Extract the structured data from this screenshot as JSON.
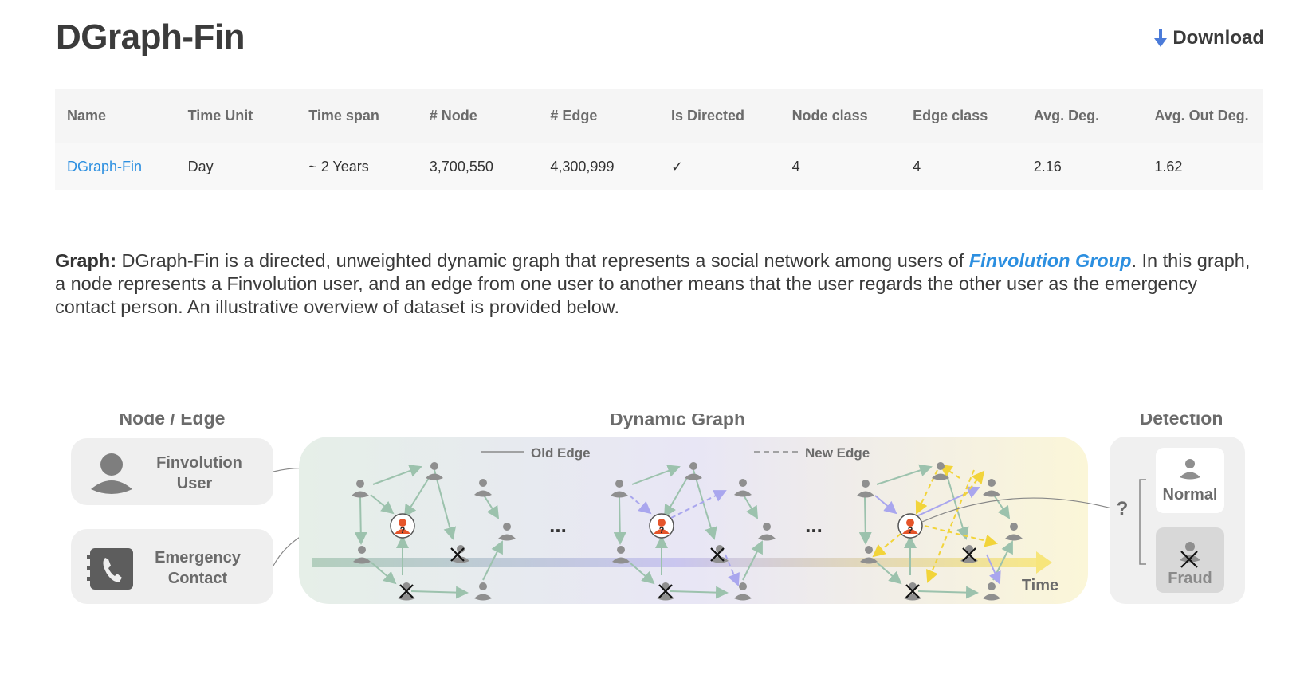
{
  "page": {
    "title": "DGraph-Fin",
    "download_label": "Download"
  },
  "table": {
    "headers": [
      "Name",
      "Time Unit",
      "Time span",
      "# Node",
      "# Edge",
      "Is Directed",
      "Node class",
      "Edge class",
      "Avg. Deg.",
      "Avg. Out Deg."
    ],
    "row": {
      "name": "DGraph-Fin",
      "time_unit": "Day",
      "time_span": "~ 2 Years",
      "nodes": "3,700,550",
      "edges": "4,300,999",
      "is_directed": "✓",
      "node_class": "4",
      "edge_class": "4",
      "avg_deg": "2.16",
      "avg_out_deg": "1.62"
    }
  },
  "description": {
    "label": "Graph:",
    "part1": " DGraph-Fin is a directed, unweighted dynamic graph that represents a social network among users of ",
    "link": "Finvolution Group",
    "part2": ". In this graph, a node represents a Finvolution user, and an edge from one user to another means that the user regards the other user as the emergency contact person. An illustrative overview of dataset is provided below."
  },
  "figure": {
    "section_node_edge": "Node / Edge",
    "section_dynamic": "Dynamic Graph",
    "section_detection": "Detection",
    "user_label_1": "Finvolution",
    "user_label_2": "User",
    "contact_label_1": "Emergency",
    "contact_label_2": "Contact",
    "old_edge": "Old Edge",
    "new_edge": "New Edge",
    "time": "Time",
    "ellipsis": "...",
    "question": "?",
    "normal": "Normal",
    "fraud": "Fraud",
    "colors": {
      "old_edge": "#9cc2ad",
      "new_edge_purple": "#a9a6ee",
      "new_edge_yellow": "#f2d43a",
      "node": "#8f8f8f",
      "unknown_node": "#e5552b"
    }
  }
}
